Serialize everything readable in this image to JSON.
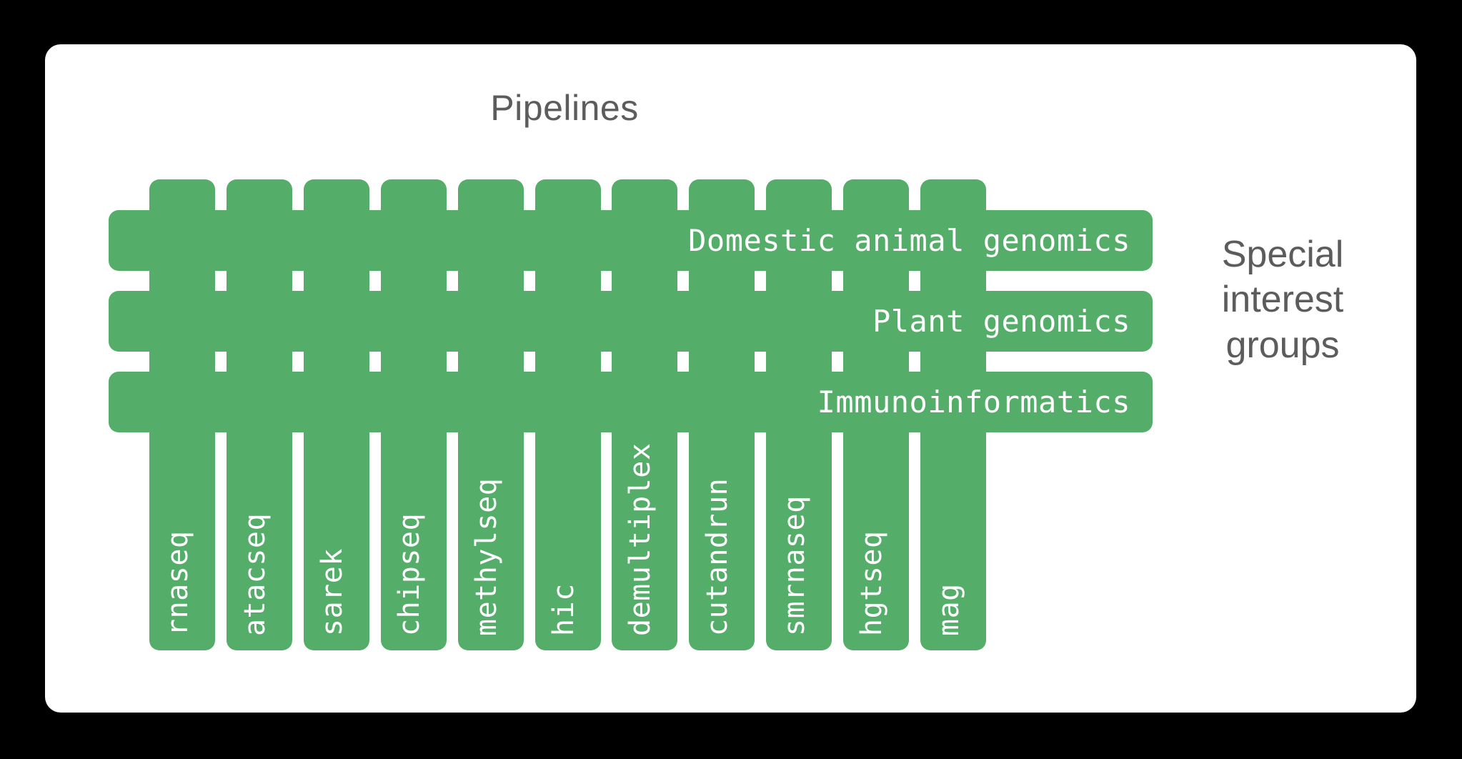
{
  "card": {
    "background_color": "#ffffff",
    "page_background_color": "#000000"
  },
  "title": {
    "text": "Pipelines",
    "color": "#5c5c5c"
  },
  "side_caption": {
    "line1": "Special",
    "line2": "interest",
    "line3": "groups",
    "color": "#5c5c5c"
  },
  "palette": {
    "bar_green": "#54ad69",
    "bar_text": "#ffffff",
    "heading_gray": "#5c5c5c"
  },
  "pipelines": [
    {
      "label": "rnaseq"
    },
    {
      "label": "atacseq"
    },
    {
      "label": "sarek"
    },
    {
      "label": "chipseq"
    },
    {
      "label": "methylseq"
    },
    {
      "label": "hic"
    },
    {
      "label": "demultiplex"
    },
    {
      "label": "cutandrun"
    },
    {
      "label": "smrnaseq"
    },
    {
      "label": "hgtseq"
    },
    {
      "label": "mag"
    }
  ],
  "special_interest_groups": [
    {
      "label": "Domestic animal genomics"
    },
    {
      "label": "Plant genomics"
    },
    {
      "label": "Immunoinformatics"
    }
  ],
  "chart_data": {
    "type": "diagram",
    "title": "Pipelines",
    "description": "Grid/lattice diagram: 11 vertical pipeline bars crossed by 3 horizontal special interest group bars",
    "columns": [
      "rnaseq",
      "atacseq",
      "sarek",
      "chipseq",
      "methylseq",
      "hic",
      "demultiplex",
      "cutandrun",
      "smrnaseq",
      "hgtseq",
      "mag"
    ],
    "rows": [
      "Domestic animal genomics",
      "Plant genomics",
      "Immunoinformatics"
    ],
    "column_axis_label": "Pipelines",
    "row_axis_label": "Special interest groups",
    "column_count": 11,
    "row_count": 3
  }
}
